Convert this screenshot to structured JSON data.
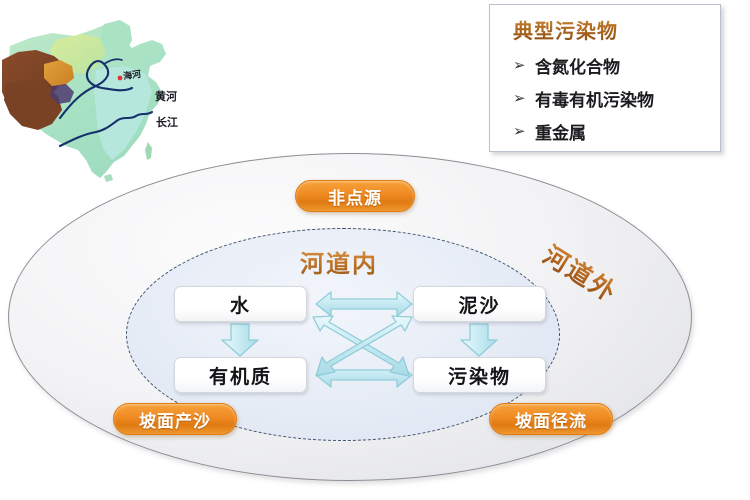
{
  "map": {
    "name": "china-relief-map",
    "labels": [
      {
        "id": "haihe",
        "text": "海河"
      },
      {
        "id": "huanghe",
        "text": "黄河"
      },
      {
        "id": "changjiang",
        "text": "长江"
      }
    ]
  },
  "legend": {
    "title": "典型污染物",
    "bullet_glyph": "➢",
    "items": [
      {
        "label": "含氮化合物"
      },
      {
        "label": "有毒有机污染物"
      },
      {
        "label": "重金属"
      }
    ]
  },
  "diagram": {
    "outer_zone_label": "河道外",
    "inner_zone_label": "河道内",
    "nodes": [
      {
        "id": "water",
        "label": "水"
      },
      {
        "id": "sediment",
        "label": "泥沙"
      },
      {
        "id": "organic",
        "label": "有机质"
      },
      {
        "id": "pollutant",
        "label": "污染物"
      }
    ],
    "pills": [
      {
        "id": "nonpoint-source",
        "label": "非点源"
      },
      {
        "id": "slope-sediment",
        "label": "坡面产沙"
      },
      {
        "id": "slope-runoff",
        "label": "坡面径流"
      }
    ],
    "connectors": [
      {
        "id": "water-sediment",
        "from": "水",
        "to": "泥沙",
        "kind": "double"
      },
      {
        "id": "organic-pollutant",
        "from": "有机质",
        "to": "污染物",
        "kind": "double"
      },
      {
        "id": "water-pollutant",
        "from": "水",
        "to": "污染物",
        "kind": "double"
      },
      {
        "id": "sediment-organic",
        "from": "泥沙",
        "to": "有机质",
        "kind": "double"
      },
      {
        "id": "water-organic",
        "from": "水",
        "to": "有机质",
        "kind": "single-down"
      },
      {
        "id": "sediment-pollutant",
        "from": "泥沙",
        "to": "污染物",
        "kind": "single-down"
      }
    ]
  },
  "colors": {
    "pill_orange": "#ef8a22",
    "title_brown": "#b4671f",
    "arrow_cyan": "#cfeef5",
    "arrow_cyan_edge": "#8fcdd9",
    "inner_ellipse_dash": "#40506b",
    "outer_ellipse_border": "#8d8d95"
  }
}
